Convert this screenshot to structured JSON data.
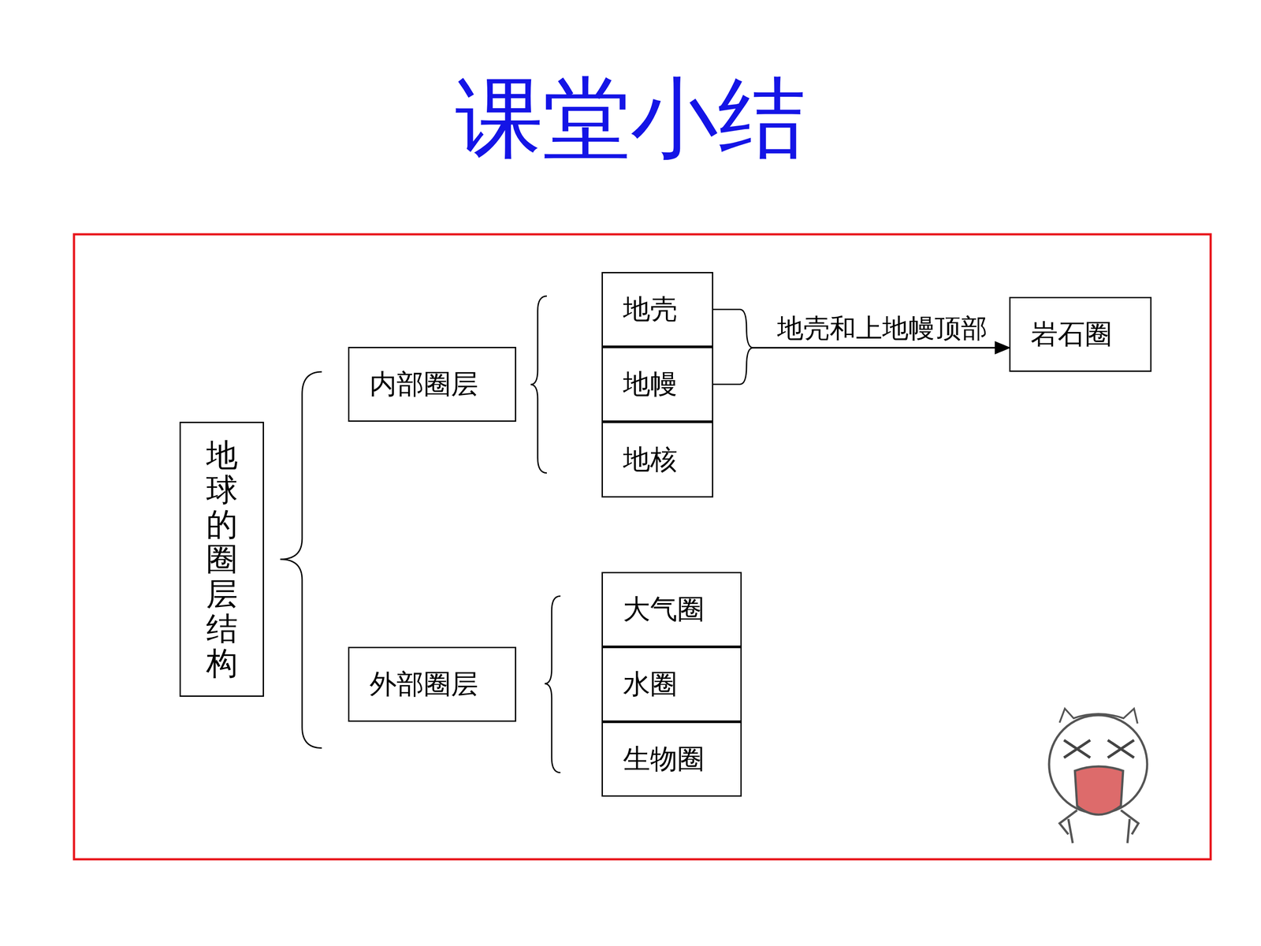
{
  "diagram": {
    "title": "课堂小结",
    "nodes": [
      {
        "text": [
          "地球的圈层结构"
        ]
      },
      {
        "text": [
          "内部圈层"
        ]
      },
      {
        "text": [
          "地壳"
        ]
      },
      {
        "text": [
          "地幔"
        ]
      },
      {
        "text": [
          "地核"
        ]
      },
      {
        "text": [
          "外部圈层"
        ]
      },
      {
        "text": [
          "大气圈"
        ]
      },
      {
        "text": [
          "水圈"
        ]
      },
      {
        "text": [
          "生物圈"
        ]
      },
      {
        "text": [
          "岩石圈"
        ]
      }
    ],
    "edges": [
      {
        "from": 2,
        "to": 9,
        "arrow": "to",
        "label": "地壳和上地幔顶部"
      },
      {
        "from": 3,
        "to": 9,
        "arrow": "to"
      }
    ]
  }
}
